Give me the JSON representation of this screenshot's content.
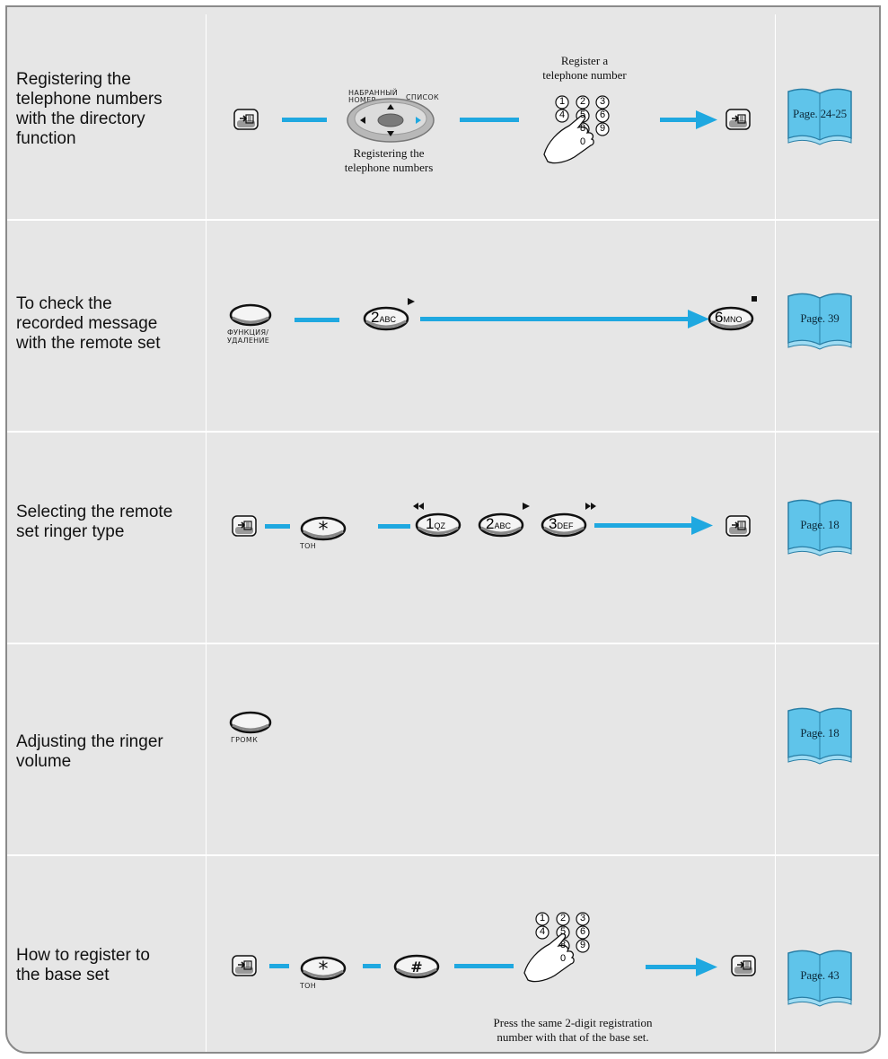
{
  "rows": [
    {
      "label_lines": [
        "Registering the",
        "telephone numbers",
        "with the directory",
        "function"
      ],
      "nav_top_left": "НАБРАННЫЙ НОМЕР",
      "nav_top_right": "СПИСОК",
      "caption_under_nav": [
        "Registering the",
        "telephone numbers"
      ],
      "caption_above_keypad": [
        "Register a",
        "telephone number"
      ],
      "keypad_digits": [
        "1",
        "2",
        "3",
        "4",
        "5",
        "6",
        "8",
        "9",
        "0"
      ],
      "page_ref": "Page. 24-25"
    },
    {
      "label_lines": [
        "To check the",
        "recorded message",
        "with the remote set"
      ],
      "func_button_label": [
        "ФУНКЦИЯ/",
        "УДАЛЕНИЕ"
      ],
      "key_a": {
        "num": "2",
        "letters": "ABC"
      },
      "key_b": {
        "num": "6",
        "letters": "MNO"
      },
      "page_ref": "Page. 39"
    },
    {
      "label_lines": [
        "Selecting the remote",
        "set ringer type"
      ],
      "star_sub": "ТОН",
      "keys": [
        {
          "num": "1",
          "letters": "QZ"
        },
        {
          "num": "2",
          "letters": "ABC"
        },
        {
          "num": "3",
          "letters": "DEF"
        }
      ],
      "page_ref": "Page. 18"
    },
    {
      "label_lines": [
        "Adjusting the ringer",
        "volume"
      ],
      "vol_button_label": "ГРОМК",
      "page_ref": "Page. 18"
    },
    {
      "label_lines": [
        "How to register to",
        "the base set"
      ],
      "star_sub": "ТОН",
      "keypad_digits": [
        "1",
        "2",
        "3",
        "4",
        "5",
        "6",
        "8",
        "9",
        "0"
      ],
      "caption": [
        "Press the same 2-digit registration",
        "number with that of the base set."
      ],
      "page_ref": "Page. 43"
    }
  ],
  "colors": {
    "accent_blue": "#1fa8e0",
    "panel_bg": "#e6e6e6",
    "book_blue": "#5fc4ea"
  }
}
